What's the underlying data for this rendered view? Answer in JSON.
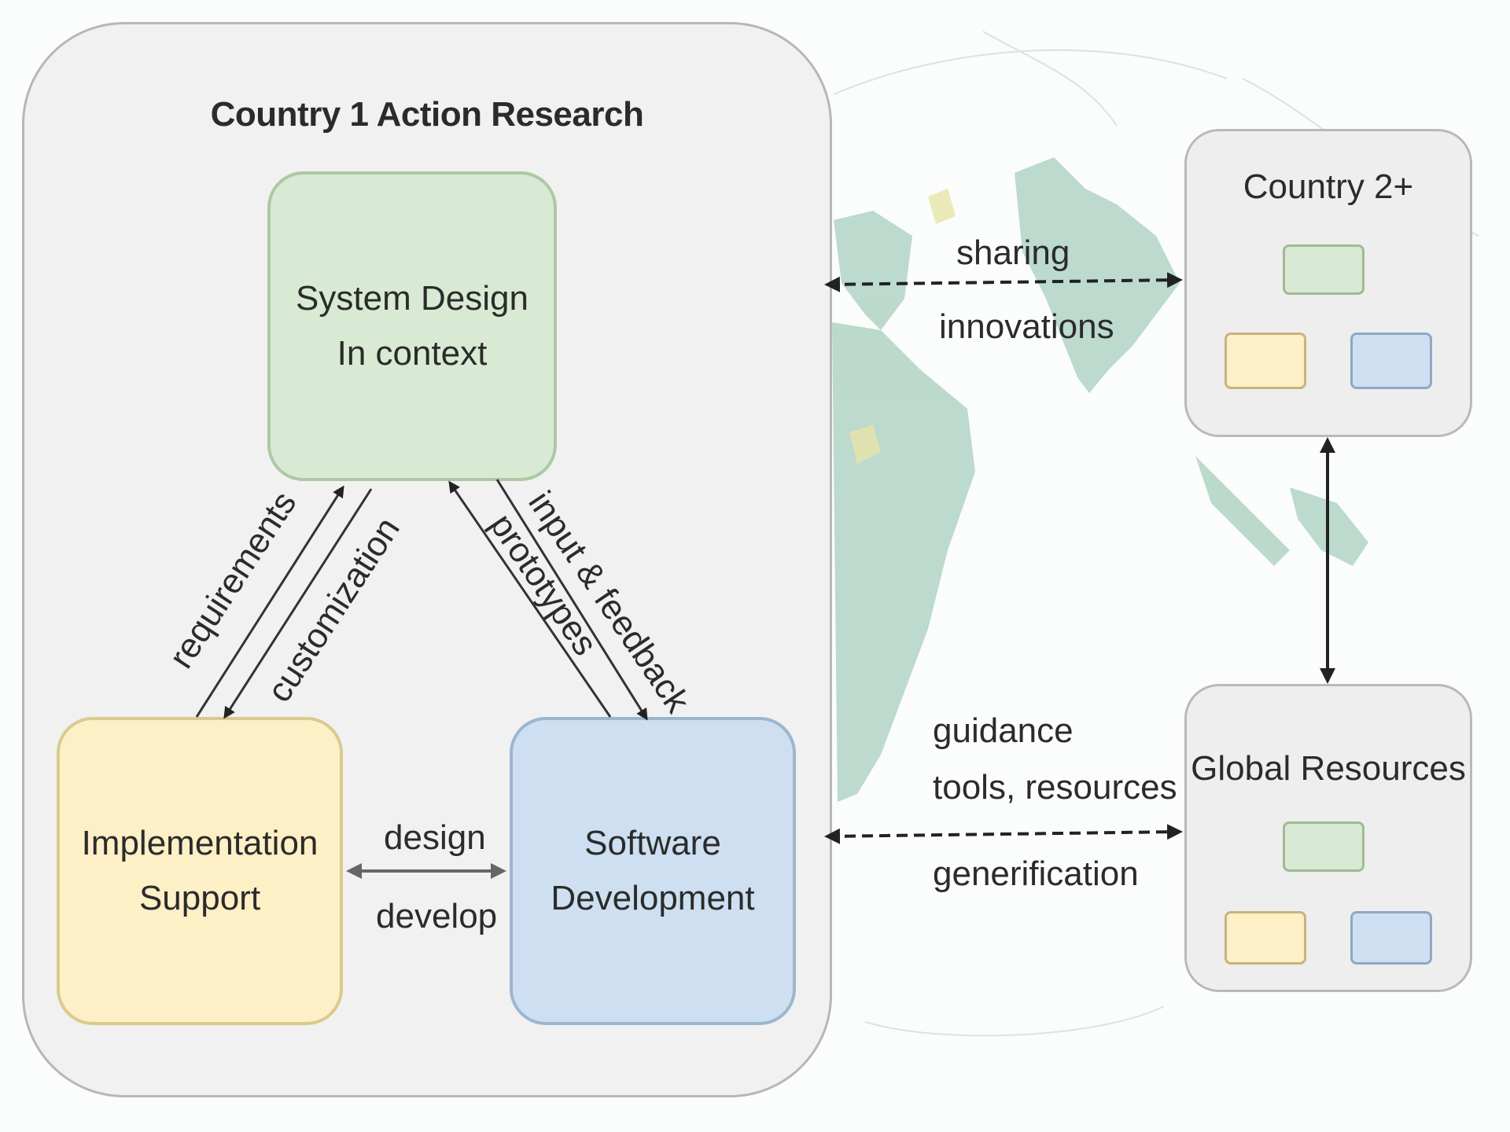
{
  "country1": {
    "title": "Country 1 Action Research",
    "nodes": {
      "design": [
        "System Design",
        "In context"
      ],
      "impl": [
        "Implementation",
        "Support"
      ],
      "sw": [
        "Software",
        "Development"
      ]
    },
    "labels": {
      "requirements": "requirements",
      "customization": "customization",
      "input_feedback": "input & feedback",
      "prototypes": "prototypes",
      "design": "design",
      "develop": "develop"
    }
  },
  "country2": {
    "title": "Country 2+"
  },
  "global": {
    "title": "Global Resources"
  },
  "links": {
    "sharing": "sharing",
    "innovations": "innovations",
    "guidance": "guidance",
    "tools": "tools, resources",
    "generification": "generification"
  },
  "colors": {
    "design": "#d8ead3",
    "impl": "#fdefc6",
    "sw": "#cddff1",
    "map_land": "#9cc8b4"
  }
}
